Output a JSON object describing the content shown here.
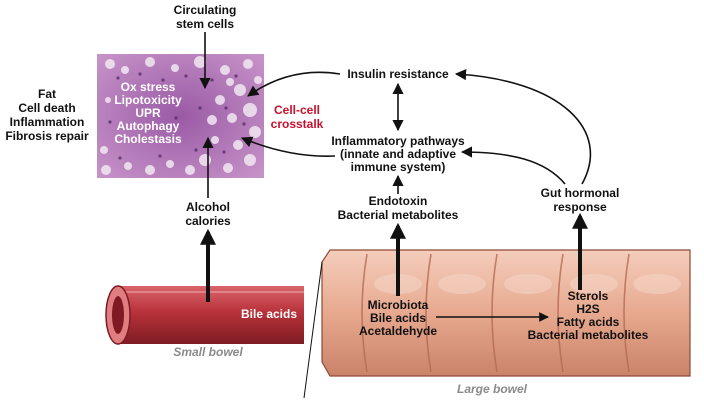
{
  "top": {
    "line1": "Circulating",
    "line2": "stem cells"
  },
  "left_list": [
    "Fat",
    "Cell death",
    "Inflammation",
    "Fibrosis repair"
  ],
  "liver_list": [
    "Ox stress",
    "Lipotoxicity",
    "UPR",
    "Autophagy",
    "Cholestasis"
  ],
  "crosstalk": {
    "line1": "Cell-cell",
    "line2": "crosstalk",
    "color": "#c8102e"
  },
  "insulin_resistance": "Insulin resistance",
  "inflammatory": {
    "line1": "Inflammatory pathways",
    "line2": "(innate and adaptive",
    "line3": "immune system)"
  },
  "endotoxin": {
    "line1": "Endotoxin",
    "line2": "Bacterial metabolites"
  },
  "gut_hormonal": {
    "line1": "Gut hormonal",
    "line2": "response"
  },
  "alcohol": {
    "line1": "Alcohol",
    "line2": "calories"
  },
  "small_bowel": {
    "content": "Bile acids",
    "caption": "Small bowel"
  },
  "large_bowel_left": [
    "Microbiota",
    "Bile acids",
    "Acetaldehyde"
  ],
  "large_bowel_right": [
    "Sterols",
    "H2S",
    "Fatty acids",
    "Bacterial metabolites"
  ],
  "large_bowel_caption": "Large bowel",
  "colors": {
    "bowel": "#e7a98f",
    "small_bowel": "#b8323a",
    "liver_tissue": "#b97bb9",
    "text": "#111111"
  }
}
